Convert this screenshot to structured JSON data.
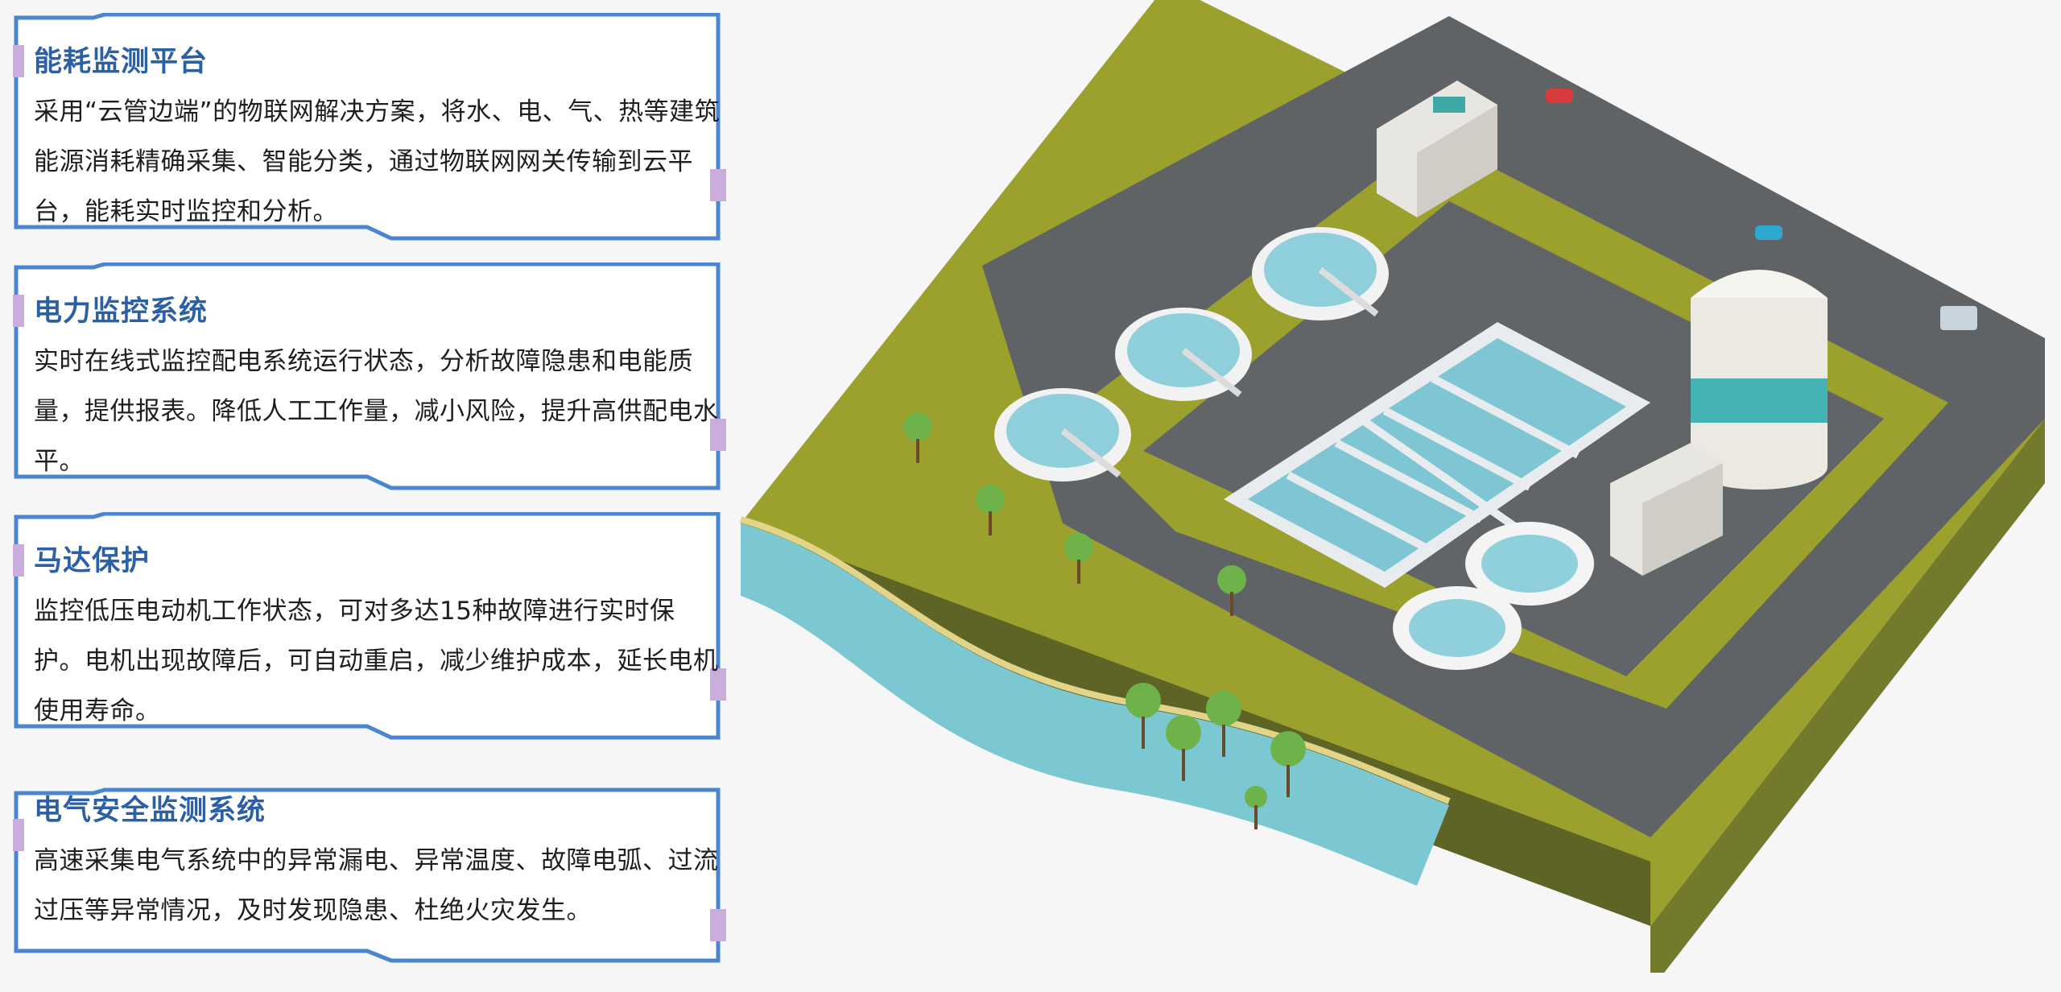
{
  "panels": [
    {
      "title": "能耗监测平台",
      "body": "采用“云管边端”的物联网解决方案，将水、电、气、热等建筑能源消耗精确采集、智能分类，通过物联网网关传输到云平台，能耗实时监控和分析。"
    },
    {
      "title": "电力监控系统",
      "body": "实时在线式监控配电系统运行状态，分析故障隐患和电能质量，提供报表。降低人工工作量，减小风险，提升高供配电水平。"
    },
    {
      "title": "马达保护",
      "body": "监控低压电动机工作状态，可对多达15种故障进行实时保护。电机出现故障后，可自动重启，减少维护成本，延长电机使用寿命。"
    },
    {
      "title": "电气安全监测系统",
      "body": "高速采集电气系统中的异常漏电、异常温度、故障电弧、过流过压等异常情况，及时发现隐患、杜绝火灾发生。"
    }
  ],
  "colors": {
    "frame_blue": "#4a86d0",
    "accent_purple": "#c9aedd",
    "title_blue": "#2b5fa6",
    "grass": "#9ba12c",
    "road": "#5f6366",
    "water": "#7cc8d2",
    "tank_teal": "#45b3b3"
  },
  "scene": {
    "label": "isometric-water-treatment-plant-illustration"
  }
}
